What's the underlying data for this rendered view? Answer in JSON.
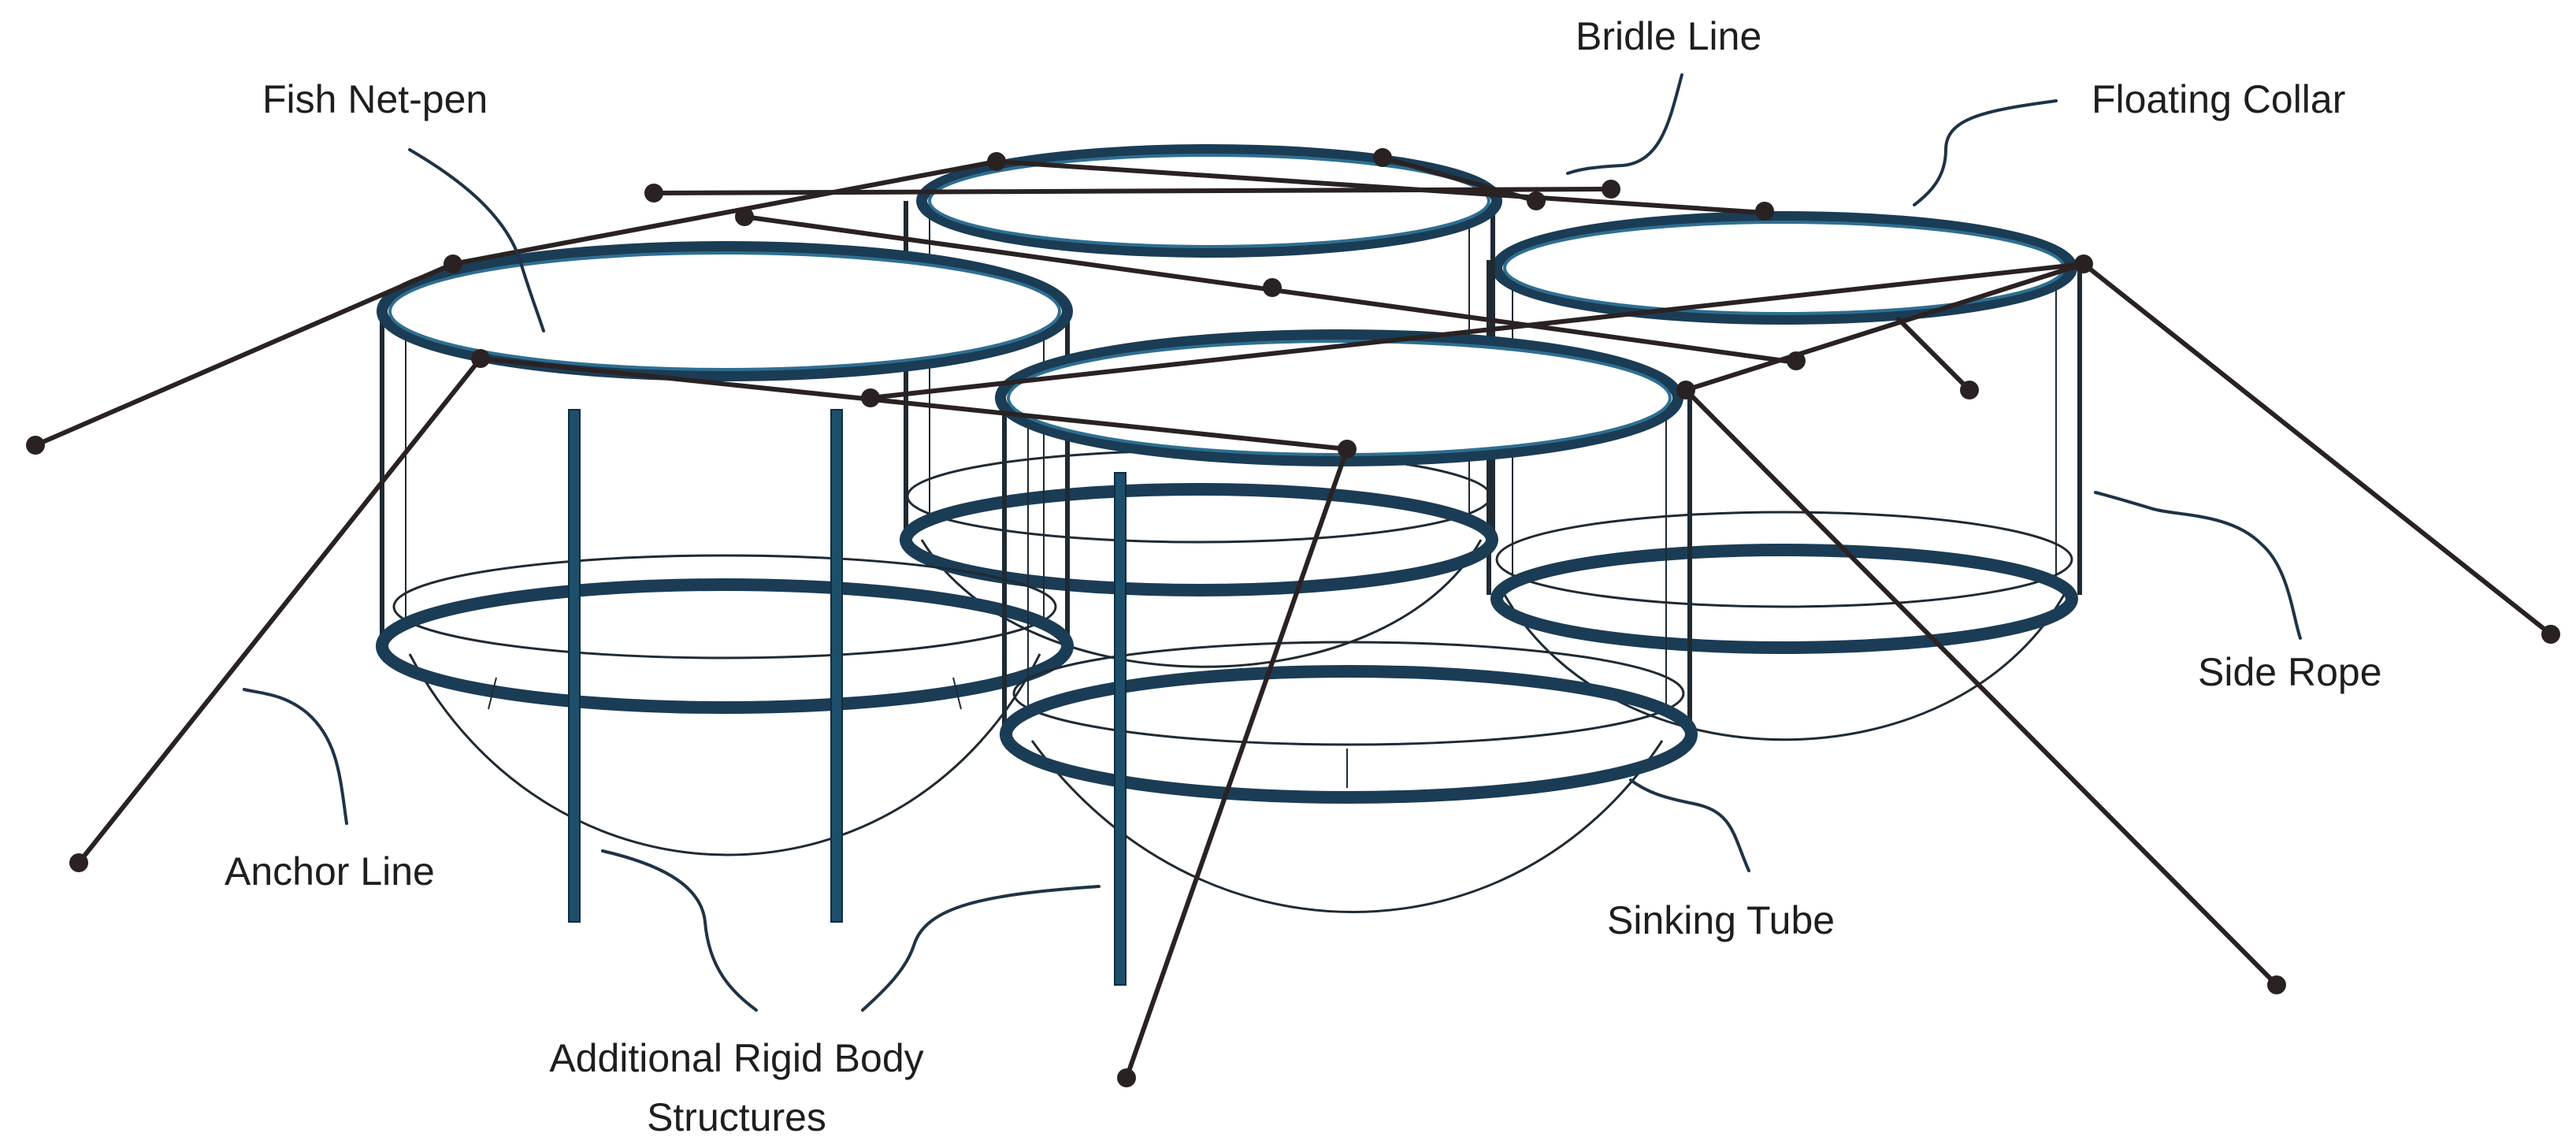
{
  "labels": {
    "bridle_line": "Bridle Line",
    "floating_collar": "Floating Collar",
    "fish_net_pen": "Fish Net-pen",
    "side_rope": "Side Rope",
    "anchor_line": "Anchor Line",
    "sinking_tube": "Sinking Tube",
    "rigid_body_line1": "Additional Rigid Body",
    "rigid_body_line2": "Structures"
  },
  "colors": {
    "collar": "#1b3c55",
    "rope": "#2a2222",
    "pole": "#1d4f6b",
    "leader": "#1f3346"
  }
}
